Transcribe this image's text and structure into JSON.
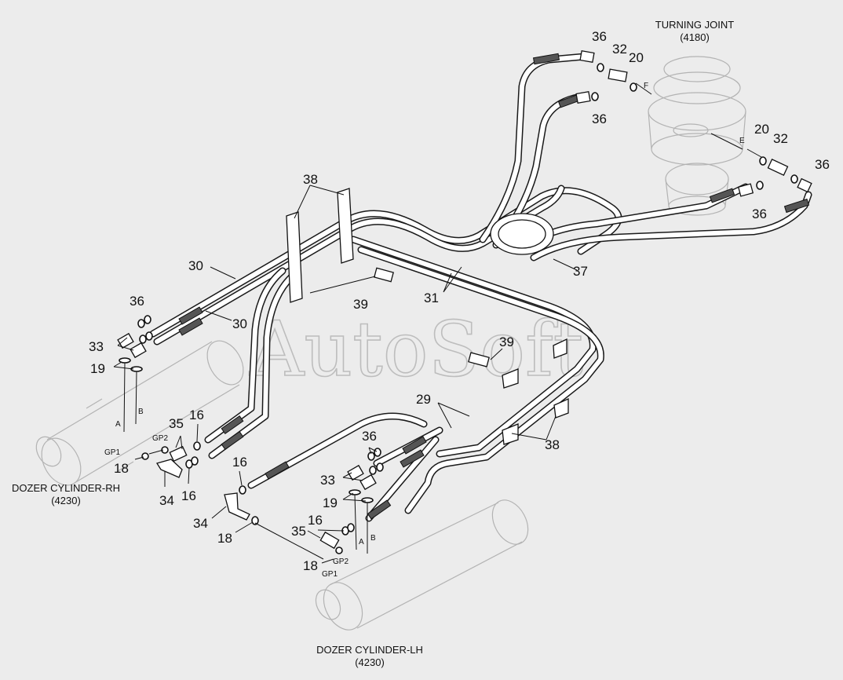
{
  "titles": {
    "turning_joint": {
      "name": "TURNING JOINT",
      "ref": "(4180)"
    },
    "dozer_rh": {
      "name": "DOZER CYLINDER-RH",
      "ref": "(4230)"
    },
    "dozer_lh": {
      "name": "DOZER CYLINDER-LH",
      "ref": "(4230)"
    }
  },
  "watermark": "AutoSoft",
  "part_labels": {
    "p36a": "36",
    "p32a": "32",
    "p20a": "20",
    "p36b": "36",
    "p20b": "20",
    "p32b": "32",
    "p36c": "36",
    "p36d": "36",
    "p38a": "38",
    "p37": "37",
    "p30a": "30",
    "p31": "31",
    "p36e": "36",
    "p30b": "30",
    "p39a": "39",
    "p33a": "33",
    "p19a": "19",
    "p39b": "39",
    "p29": "29",
    "p38b": "38",
    "p35a": "35",
    "p16a": "16",
    "p18a": "18",
    "p34a": "34",
    "p16b": "16",
    "p16c": "16",
    "p36f": "36",
    "p33b": "33",
    "p19b": "19",
    "p34b": "34",
    "p18b": "18",
    "p16d": "16",
    "p35b": "35",
    "p18c": "18"
  },
  "port_labels": {
    "f": "F",
    "e": "E",
    "a_rh": "A",
    "b_rh": "B",
    "gp2_rh": "GP2",
    "gp1_rh": "GP1",
    "a_lh": "A",
    "b_lh": "B",
    "gp2_lh": "GP2",
    "gp1_lh": "GP1"
  }
}
